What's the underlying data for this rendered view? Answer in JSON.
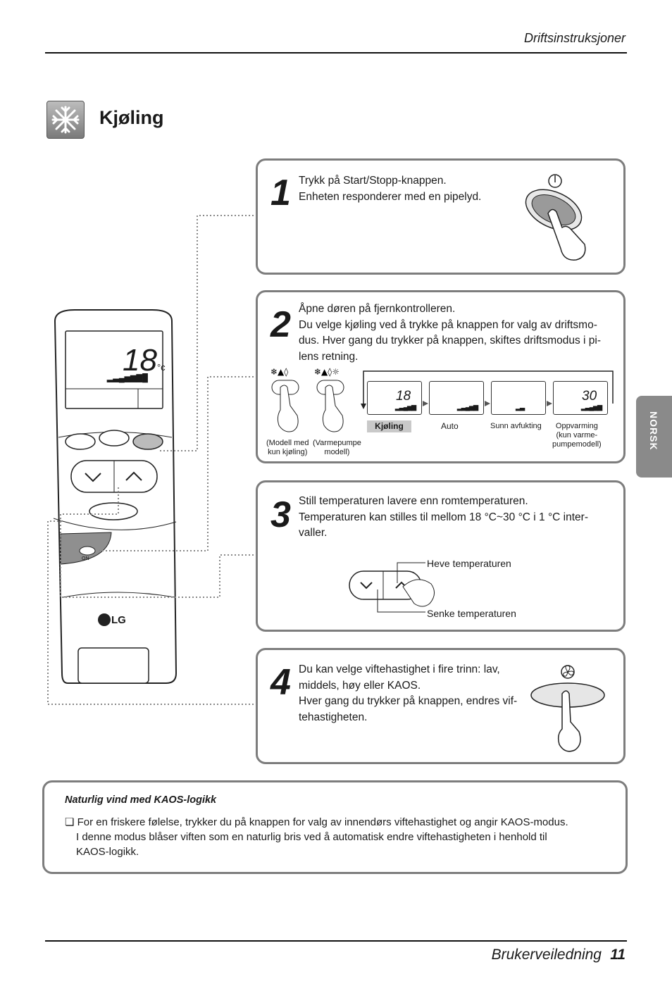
{
  "header": {
    "title": "Driftsinstruksjoner"
  },
  "section": {
    "title": "Kjøling",
    "icon": "snowflake-icon"
  },
  "steps": [
    {
      "number": "1",
      "lines": [
        "Trykk på Start/Stopp-knappen.",
        "Enheten responderer med en pipelyd."
      ]
    },
    {
      "number": "2",
      "lines": [
        "Åpne døren på fjernkontrolleren.",
        "Du velge kjøling ved å trykke på knappen for valg av driftsmo-",
        "dus. Hver gang du trykker på knappen, skiftes driftsmodus i pi-",
        "lens retning."
      ]
    },
    {
      "number": "3",
      "lines": [
        "Still temperaturen lavere enn romtemperaturen.",
        "Temperaturen kan stilles til mellom 18 °C~30 °C i 1 °C inter-",
        "valler."
      ]
    },
    {
      "number": "4",
      "lines": [
        "Du kan velge viftehastighet i fire trinn: lav,",
        "middels, høy eller KAOS.",
        "Hver gang du trykker på knappen, endres vif-",
        "tehastigheten."
      ]
    }
  ],
  "step2": {
    "model_cooling_label_1": "(Modell med",
    "model_cooling_label_2": "kun kjøling)",
    "model_heatpump_label_1": "(Varmepumpe",
    "model_heatpump_label_2": "modell)",
    "modes": {
      "cooling": "Kjøling",
      "auto": "Auto",
      "dry": "Sunn avfukting",
      "heat_1": "Oppvarming",
      "heat_2": "(kun varme-",
      "heat_3": "pumpemodell)"
    },
    "lcd_cool_temp": "18",
    "lcd_heat_temp": "30",
    "unit": "°c"
  },
  "step3": {
    "raise_label": "Heve temperaturen",
    "lower_label": "Senke temperaturen"
  },
  "remote": {
    "temp": "18",
    "unit": "°c",
    "brand": "LG",
    "on_label": "ON"
  },
  "side_tab": {
    "label": "NORSK"
  },
  "note": {
    "title": "Naturlig vind med KAOS-logikk",
    "bullet": "❏",
    "line1": "For en friskere følelse, trykker du på knappen for valg av innendørs viftehastighet og angir KAOS-modus.",
    "line2": "I denne modus blåser viften som en naturlig bris ved å automatisk endre viftehastigheten i henhold til",
    "line3": "KAOS-logikk."
  },
  "footer": {
    "title": "Brukerveiledning",
    "page": "11"
  }
}
